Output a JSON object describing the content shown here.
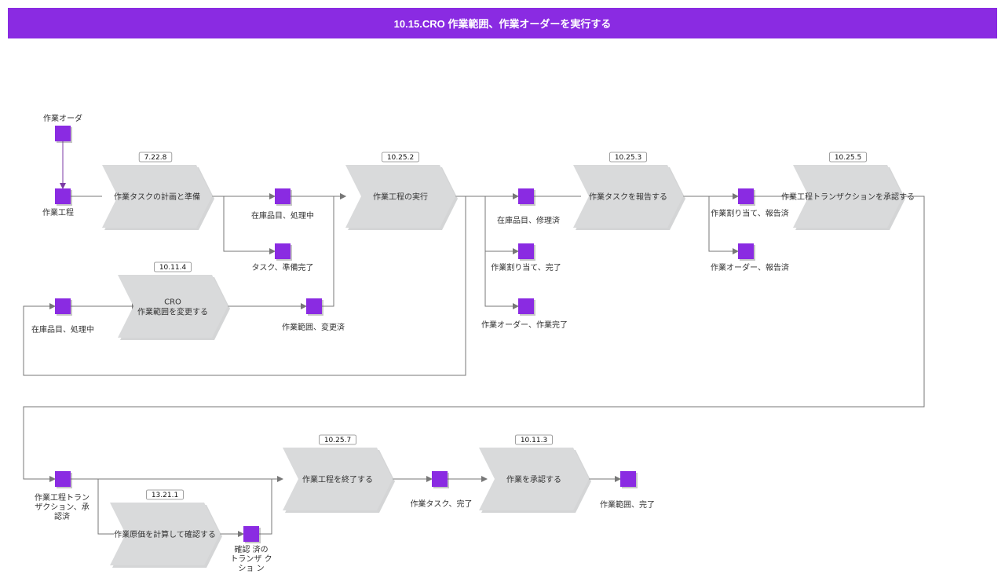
{
  "header": {
    "title": "10.15.CRO 作業範囲、作業オーダーを実行する"
  },
  "colors": {
    "accent": "#8a2be2",
    "process_fill": "#d9dadb",
    "line": "#777777"
  },
  "processes": [
    {
      "id": "p1",
      "tag": "7.22.8",
      "lines": [
        "作業タスクの計画と準備"
      ]
    },
    {
      "id": "p2",
      "tag": "10.25.2",
      "lines": [
        "作業工程の実行"
      ]
    },
    {
      "id": "p3",
      "tag": "10.25.3",
      "lines": [
        "作業タスクを報告する"
      ]
    },
    {
      "id": "p4",
      "tag": "10.25.5",
      "lines": [
        "作業工程トランザクションを承認する"
      ]
    },
    {
      "id": "p5",
      "tag": "10.11.4",
      "lines": [
        "CRO",
        "作業範囲を変更する"
      ]
    },
    {
      "id": "p6",
      "tag": "10.25.7",
      "lines": [
        "作業工程を終了する"
      ]
    },
    {
      "id": "p7",
      "tag": "10.11.3",
      "lines": [
        "作業を承認する"
      ]
    },
    {
      "id": "p8",
      "tag": "13.21.1",
      "lines": [
        "作業原価を計算して確認する"
      ]
    }
  ],
  "states": [
    {
      "id": "s1",
      "lines": [
        "作業オーダ"
      ]
    },
    {
      "id": "s2",
      "lines": [
        "作業工程"
      ]
    },
    {
      "id": "s3",
      "lines": [
        "在庫品目、処理中"
      ]
    },
    {
      "id": "s4",
      "lines": [
        "タスク、準備完了"
      ]
    },
    {
      "id": "s5",
      "lines": [
        "在庫品目、処理中"
      ]
    },
    {
      "id": "s6",
      "lines": [
        "作業範囲、変更済"
      ]
    },
    {
      "id": "s7",
      "lines": [
        "在庫品目、修理済"
      ]
    },
    {
      "id": "s8",
      "lines": [
        "作業割り当て、完了"
      ]
    },
    {
      "id": "s9",
      "lines": [
        "作業オーダー、作業完了"
      ]
    },
    {
      "id": "s10",
      "lines": [
        "作業割り当て、報告済"
      ]
    },
    {
      "id": "s11",
      "lines": [
        "作業オーダー、報告済"
      ]
    },
    {
      "id": "s12",
      "lines": [
        "作業工程トラン",
        "ザクション、承",
        "認済"
      ]
    },
    {
      "id": "s13",
      "lines": [
        "確認 済の",
        "トランザ ク",
        "ショ ン"
      ]
    },
    {
      "id": "s14",
      "lines": [
        "作業タスク、完了"
      ]
    },
    {
      "id": "s15",
      "lines": [
        "作業範囲、完了"
      ]
    }
  ]
}
